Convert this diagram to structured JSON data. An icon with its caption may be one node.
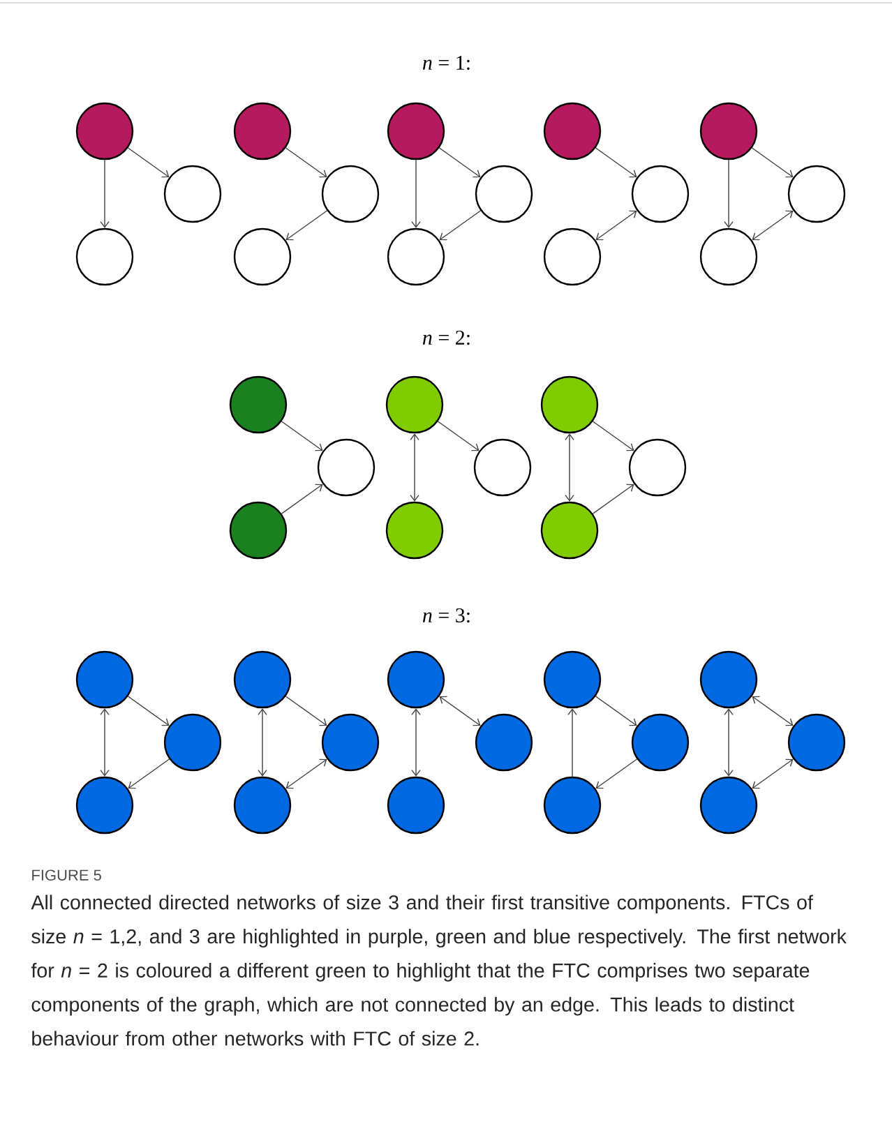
{
  "diagram": {
    "caption": "All connected directed networks of size 3 and their first transitive components. FTCs of size *n* = 1,2, and 3 are highlighted in purple, green and blue respectively. The first network for *n* = 2 is coloured a different green to highlight that the FTC comprises two separate components of the graph, which are not connected by an edge. This leads to distinct behaviour from other networks with FTC of size 2.",
    "nodes": [
      {
        "text": [],
        "shape": "circle"
      },
      {
        "text": [],
        "shape": "circle"
      },
      {
        "text": [],
        "shape": "circle"
      },
      {
        "text": [],
        "shape": "circle"
      },
      {
        "text": [],
        "shape": "circle"
      },
      {
        "text": [],
        "shape": "circle"
      },
      {
        "text": [],
        "shape": "circle"
      },
      {
        "text": [],
        "shape": "circle"
      },
      {
        "text": [],
        "shape": "circle"
      },
      {
        "text": [],
        "shape": "circle"
      },
      {
        "text": [],
        "shape": "circle"
      },
      {
        "text": [],
        "shape": "circle"
      },
      {
        "text": [],
        "shape": "circle"
      },
      {
        "text": [],
        "shape": "circle"
      },
      {
        "text": [],
        "shape": "circle"
      },
      {
        "text": [],
        "shape": "circle"
      },
      {
        "text": [],
        "shape": "circle"
      },
      {
        "text": [],
        "shape": "circle"
      },
      {
        "text": [],
        "shape": "circle"
      },
      {
        "text": [],
        "shape": "circle"
      },
      {
        "text": [],
        "shape": "circle"
      },
      {
        "text": [],
        "shape": "circle"
      },
      {
        "text": [],
        "shape": "circle"
      },
      {
        "text": [],
        "shape": "circle"
      },
      {
        "text": [],
        "shape": "circle"
      },
      {
        "text": [],
        "shape": "circle"
      },
      {
        "text": [],
        "shape": "circle"
      },
      {
        "text": [],
        "shape": "circle"
      },
      {
        "text": [],
        "shape": "circle"
      },
      {
        "text": [],
        "shape": "circle"
      },
      {
        "text": [],
        "shape": "circle"
      },
      {
        "text": [],
        "shape": "circle"
      },
      {
        "text": [],
        "shape": "circle"
      },
      {
        "text": [],
        "shape": "circle"
      },
      {
        "text": [],
        "shape": "circle"
      },
      {
        "text": [],
        "shape": "circle"
      },
      {
        "text": [],
        "shape": "circle"
      },
      {
        "text": [],
        "shape": "circle"
      },
      {
        "text": [],
        "shape": "circle"
      }
    ],
    "edges": [
      {
        "from": 0,
        "to": 1,
        "arrow": "to"
      },
      {
        "from": 0,
        "to": 2,
        "arrow": "to"
      },
      {
        "from": 3,
        "to": 4,
        "arrow": "to"
      },
      {
        "from": 4,
        "to": 5,
        "arrow": "to"
      },
      {
        "from": 6,
        "to": 7,
        "arrow": "to"
      },
      {
        "from": 6,
        "to": 8,
        "arrow": "to"
      },
      {
        "from": 7,
        "to": 8,
        "arrow": "to"
      },
      {
        "from": 9,
        "to": 10,
        "arrow": "to"
      },
      {
        "from": 10,
        "to": 11,
        "arrow": "both"
      },
      {
        "from": 12,
        "to": 13,
        "arrow": "to"
      },
      {
        "from": 12,
        "to": 14,
        "arrow": "to"
      },
      {
        "from": 13,
        "to": 14,
        "arrow": "both"
      },
      {
        "from": 15,
        "to": 16,
        "arrow": "to"
      },
      {
        "from": 17,
        "to": 16,
        "arrow": "to"
      },
      {
        "from": 18,
        "to": 20,
        "arrow": "both"
      },
      {
        "from": 18,
        "to": 19,
        "arrow": "to"
      },
      {
        "from": 21,
        "to": 23,
        "arrow": "both"
      },
      {
        "from": 21,
        "to": 22,
        "arrow": "to"
      },
      {
        "from": 23,
        "to": 22,
        "arrow": "to"
      },
      {
        "from": 24,
        "to": 26,
        "arrow": "both"
      },
      {
        "from": 24,
        "to": 25,
        "arrow": "to"
      },
      {
        "from": 25,
        "to": 26,
        "arrow": "to"
      },
      {
        "from": 27,
        "to": 29,
        "arrow": "both"
      },
      {
        "from": 27,
        "to": 28,
        "arrow": "to"
      },
      {
        "from": 28,
        "to": 29,
        "arrow": "both"
      },
      {
        "from": 30,
        "to": 32,
        "arrow": "both"
      },
      {
        "from": 30,
        "to": 31,
        "arrow": "both"
      },
      {
        "from": 35,
        "to": 33,
        "arrow": "to"
      },
      {
        "from": 33,
        "to": 34,
        "arrow": "to"
      },
      {
        "from": 34,
        "to": 35,
        "arrow": "to"
      },
      {
        "from": 36,
        "to": 38,
        "arrow": "both"
      },
      {
        "from": 36,
        "to": 37,
        "arrow": "both"
      },
      {
        "from": 37,
        "to": 38,
        "arrow": "both"
      }
    ],
    "labels": [
      "*n* = 1:",
      "*n* = 2:",
      "*n* = 3:",
      "FIGURE 5"
    ]
  }
}
